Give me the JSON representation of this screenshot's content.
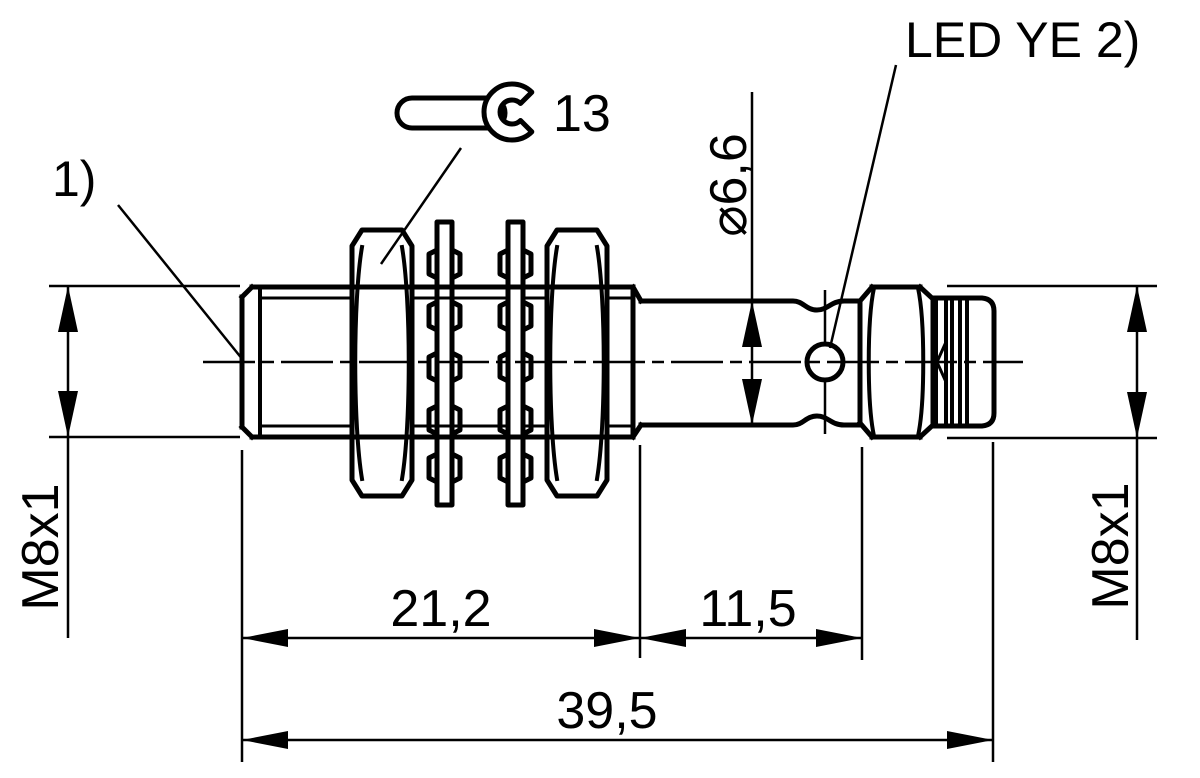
{
  "drawing": {
    "background": "#ffffff",
    "line_color": "#000000",
    "callouts": {
      "note_1": "1)",
      "wrench_size": "13",
      "led": "LED YE 2)"
    },
    "dimensions": {
      "diameter_body": "⌀6,6",
      "thread_front": "M8x1",
      "thread_connector": "M8x1",
      "length_front": "21,2",
      "length_rear": "11,5",
      "length_total": "39,5"
    }
  }
}
